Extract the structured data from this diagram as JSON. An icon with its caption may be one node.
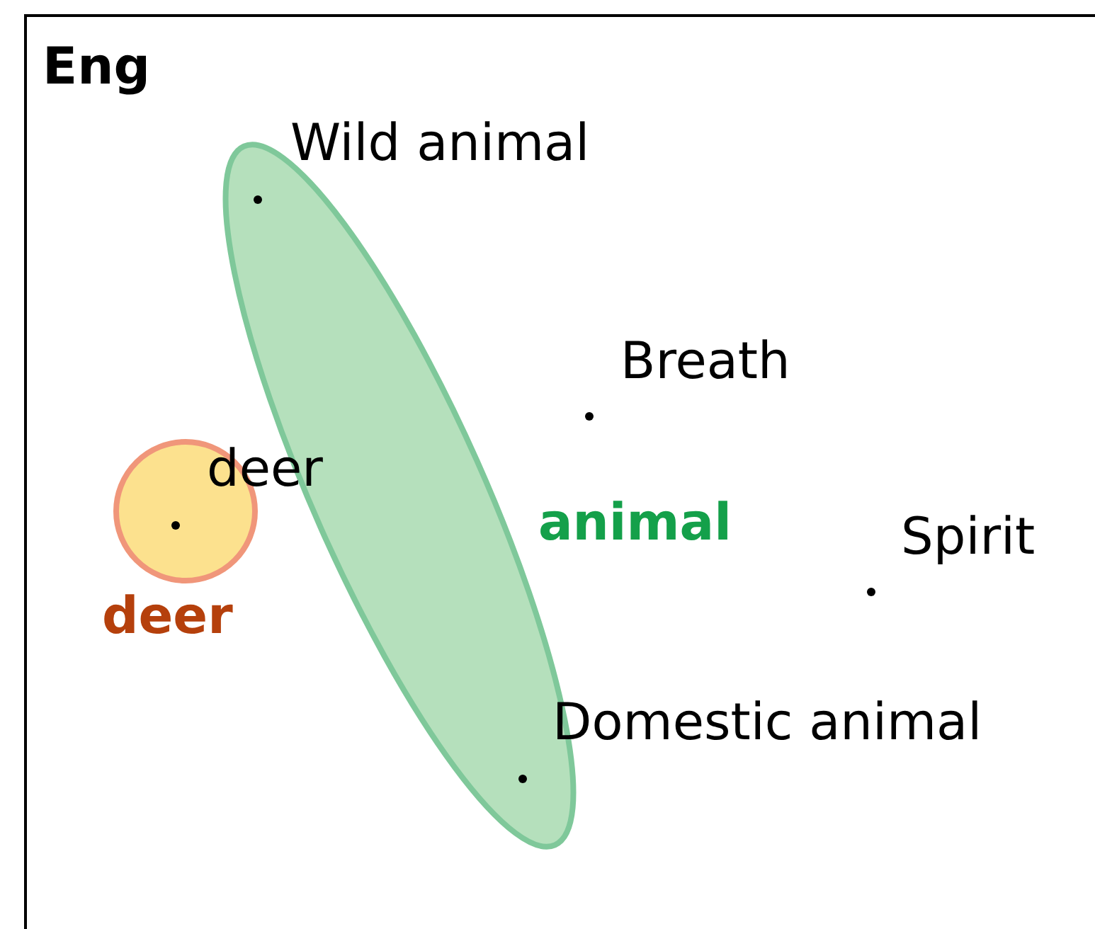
{
  "diagram": {
    "title": "Eng",
    "nodes": [
      {
        "text": [
          "animal"
        ]
      },
      {
        "text": [
          "deer"
        ]
      }
    ],
    "edges": [],
    "labels": [
      "Wild animal",
      "Breath",
      "deer",
      "Spirit",
      "Domestic animal"
    ]
  }
}
